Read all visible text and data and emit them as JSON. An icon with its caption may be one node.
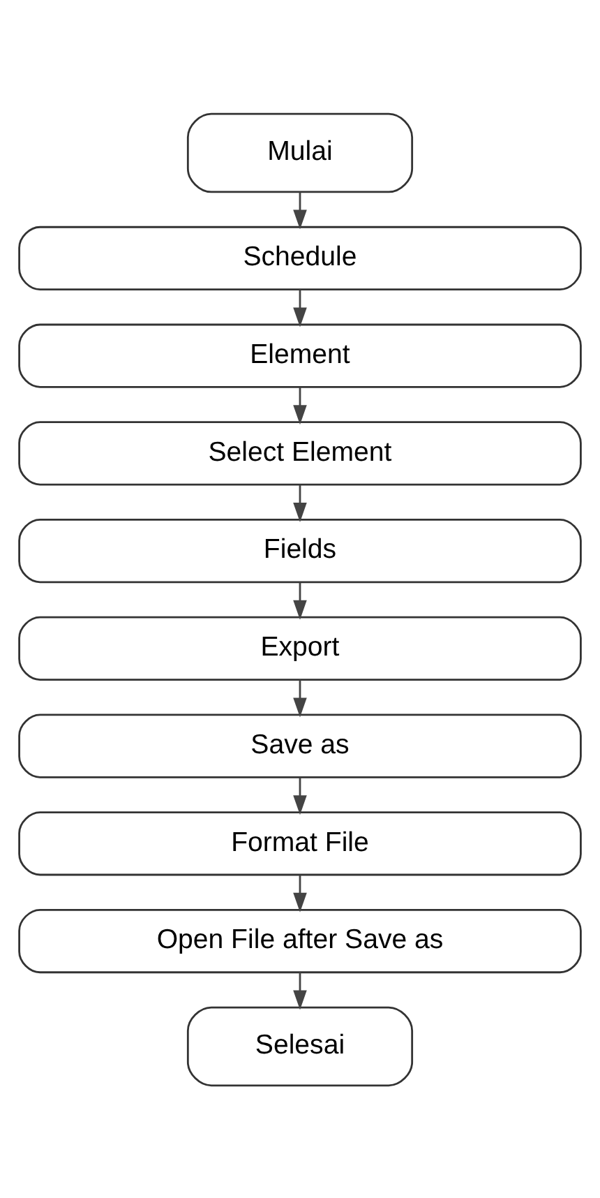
{
  "diagram": {
    "nodes": [
      {
        "text": [
          "Mulai"
        ]
      },
      {
        "text": [
          "Schedule"
        ]
      },
      {
        "text": [
          "Element"
        ]
      },
      {
        "text": [
          "Select Element"
        ]
      },
      {
        "text": [
          "Fields"
        ]
      },
      {
        "text": [
          "Export"
        ]
      },
      {
        "text": [
          "Save as"
        ]
      },
      {
        "text": [
          "Format File"
        ]
      },
      {
        "text": [
          "Open File after Save as"
        ]
      },
      {
        "text": [
          "Selesai"
        ]
      }
    ],
    "edges": [
      {
        "from": 0,
        "to": 1,
        "arrow": "to"
      },
      {
        "from": 1,
        "to": 2,
        "arrow": "to"
      },
      {
        "from": 2,
        "to": 3,
        "arrow": "to"
      },
      {
        "from": 3,
        "to": 4,
        "arrow": "to"
      },
      {
        "from": 4,
        "to": 5,
        "arrow": "to"
      },
      {
        "from": 5,
        "to": 6,
        "arrow": "to"
      },
      {
        "from": 6,
        "to": 7,
        "arrow": "to"
      },
      {
        "from": 7,
        "to": 8,
        "arrow": "to"
      },
      {
        "from": 8,
        "to": 9,
        "arrow": "to"
      }
    ]
  }
}
